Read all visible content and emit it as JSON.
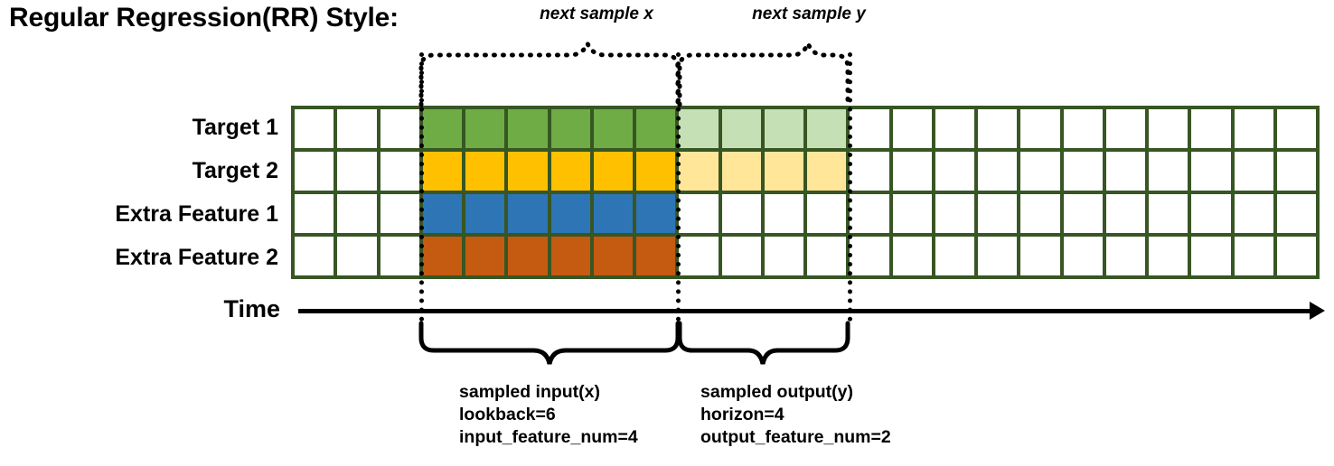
{
  "title": "Regular Regression(RR) Style:",
  "row_labels": [
    "Target 1",
    "Target 2",
    "Extra Feature 1",
    "Extra Feature 2"
  ],
  "time_axis": {
    "label": "Time"
  },
  "top_annotations": {
    "input_brace_label": "next sample x",
    "output_brace_label": "next sample y"
  },
  "bottom_annotations": {
    "input": {
      "line1": "sampled input(x)",
      "line2": "lookback=6",
      "line3": "input_feature_num=4"
    },
    "output": {
      "line1": "sampled output(y)",
      "line2": "horizon=4",
      "line3": "output_feature_num=2"
    }
  },
  "grid": {
    "columns": 24,
    "rows": 4,
    "border_color": "#375623",
    "empty_color": "#FFFFFF",
    "palette": {
      "target1_dark": "#6FAC46",
      "target1_light": "#C5E0B4",
      "target2_dark": "#FFC000",
      "target2_light": "#FFE699",
      "extra1": "#2E75B6",
      "extra2": "#C55A11"
    },
    "input_start_col": 3,
    "input_end_col": 9,
    "output_start_col": 9,
    "output_end_col": 13,
    "cells": [
      [
        "#FFFFFF",
        "#FFFFFF",
        "#FFFFFF",
        "#6FAC46",
        "#6FAC46",
        "#6FAC46",
        "#6FAC46",
        "#6FAC46",
        "#6FAC46",
        "#C5E0B4",
        "#C5E0B4",
        "#C5E0B4",
        "#C5E0B4",
        "#FFFFFF",
        "#FFFFFF",
        "#FFFFFF",
        "#FFFFFF",
        "#FFFFFF",
        "#FFFFFF",
        "#FFFFFF",
        "#FFFFFF",
        "#FFFFFF",
        "#FFFFFF",
        "#FFFFFF"
      ],
      [
        "#FFFFFF",
        "#FFFFFF",
        "#FFFFFF",
        "#FFC000",
        "#FFC000",
        "#FFC000",
        "#FFC000",
        "#FFC000",
        "#FFC000",
        "#FFE699",
        "#FFE699",
        "#FFE699",
        "#FFE699",
        "#FFFFFF",
        "#FFFFFF",
        "#FFFFFF",
        "#FFFFFF",
        "#FFFFFF",
        "#FFFFFF",
        "#FFFFFF",
        "#FFFFFF",
        "#FFFFFF",
        "#FFFFFF",
        "#FFFFFF"
      ],
      [
        "#FFFFFF",
        "#FFFFFF",
        "#FFFFFF",
        "#2E75B6",
        "#2E75B6",
        "#2E75B6",
        "#2E75B6",
        "#2E75B6",
        "#2E75B6",
        "#FFFFFF",
        "#FFFFFF",
        "#FFFFFF",
        "#FFFFFF",
        "#FFFFFF",
        "#FFFFFF",
        "#FFFFFF",
        "#FFFFFF",
        "#FFFFFF",
        "#FFFFFF",
        "#FFFFFF",
        "#FFFFFF",
        "#FFFFFF",
        "#FFFFFF",
        "#FFFFFF"
      ],
      [
        "#FFFFFF",
        "#FFFFFF",
        "#FFFFFF",
        "#C55A11",
        "#C55A11",
        "#C55A11",
        "#C55A11",
        "#C55A11",
        "#C55A11",
        "#FFFFFF",
        "#FFFFFF",
        "#FFFFFF",
        "#FFFFFF",
        "#FFFFFF",
        "#FFFFFF",
        "#FFFFFF",
        "#FFFFFF",
        "#FFFFFF",
        "#FFFFFF",
        "#FFFFFF",
        "#FFFFFF",
        "#FFFFFF",
        "#FFFFFF",
        "#FFFFFF"
      ]
    ]
  }
}
